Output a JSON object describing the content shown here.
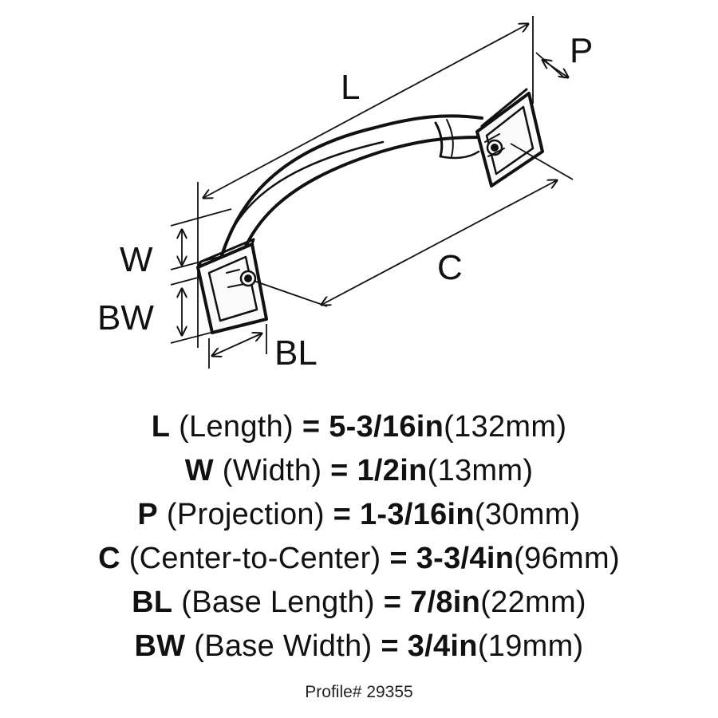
{
  "diagram": {
    "labels": {
      "L": "L",
      "P": "P",
      "W": "W",
      "BW": "BW",
      "C": "C",
      "BL": "BL"
    }
  },
  "specs": [
    {
      "code": "L",
      "desc": "(Length)",
      "eq": "=",
      "imperial": "5-3/16in",
      "metric": "(132mm)"
    },
    {
      "code": "W",
      "desc": "(Width)",
      "eq": "=",
      "imperial": "1/2in",
      "metric": "(13mm)"
    },
    {
      "code": "P",
      "desc": "(Projection)",
      "eq": "=",
      "imperial": "1-3/16in",
      "metric": "(30mm)"
    },
    {
      "code": "C",
      "desc": "(Center-to-Center)",
      "eq": "=",
      "imperial": "3-3/4in",
      "metric": "(96mm)"
    },
    {
      "code": "BL",
      "desc": "(Base Length)",
      "eq": "=",
      "imperial": "7/8in",
      "metric": "(22mm)"
    },
    {
      "code": "BW",
      "desc": "(Base Width)",
      "eq": "=",
      "imperial": "3/4in",
      "metric": "(19mm)"
    }
  ],
  "profile": "Profile# 29355"
}
